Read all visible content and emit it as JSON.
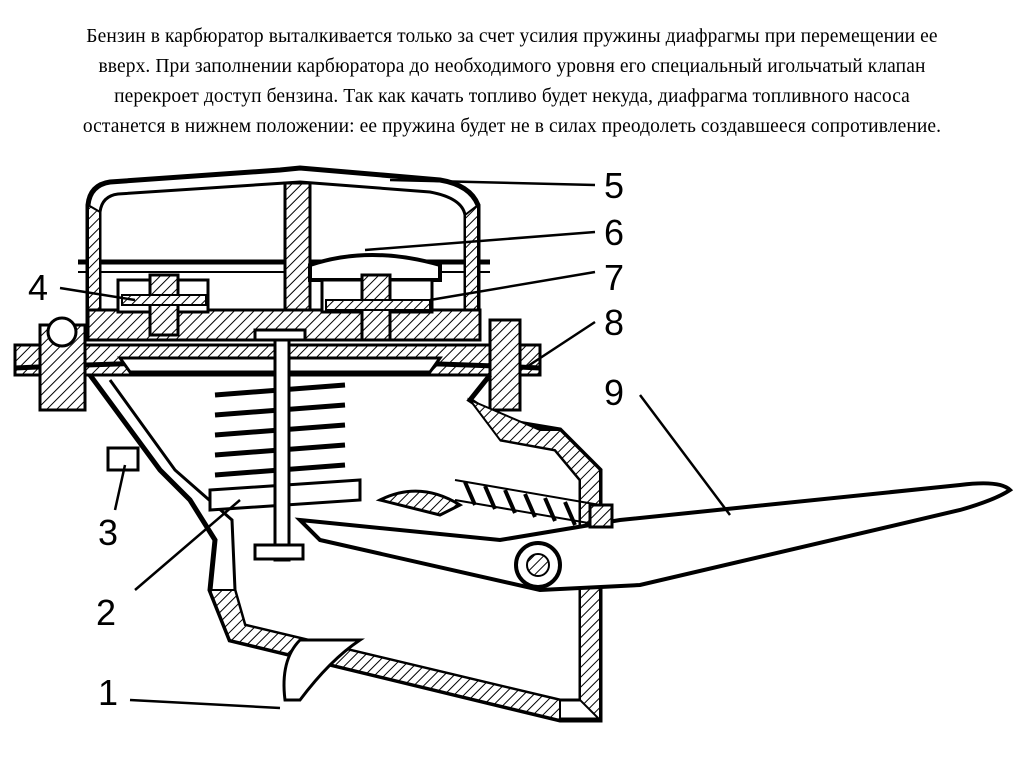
{
  "caption": {
    "lines": [
      "Бензин в карбюратор выталкивается только за счет усилия пружины диафрагмы при перемещении ее",
      "вверх. При заполнении карбюратора до необходимого уровня его специальный игольчатый клапан",
      "перекроет доступ бензина. Так как качать топливо будет некуда, диафрагма топливного насоса",
      "останется в нижнем положении: ее пружина будет не в силах преодолеть создавшееся сопротивление."
    ]
  },
  "diagram": {
    "callouts": [
      "1",
      "2",
      "3",
      "4",
      "5",
      "6",
      "7",
      "8",
      "9"
    ]
  }
}
